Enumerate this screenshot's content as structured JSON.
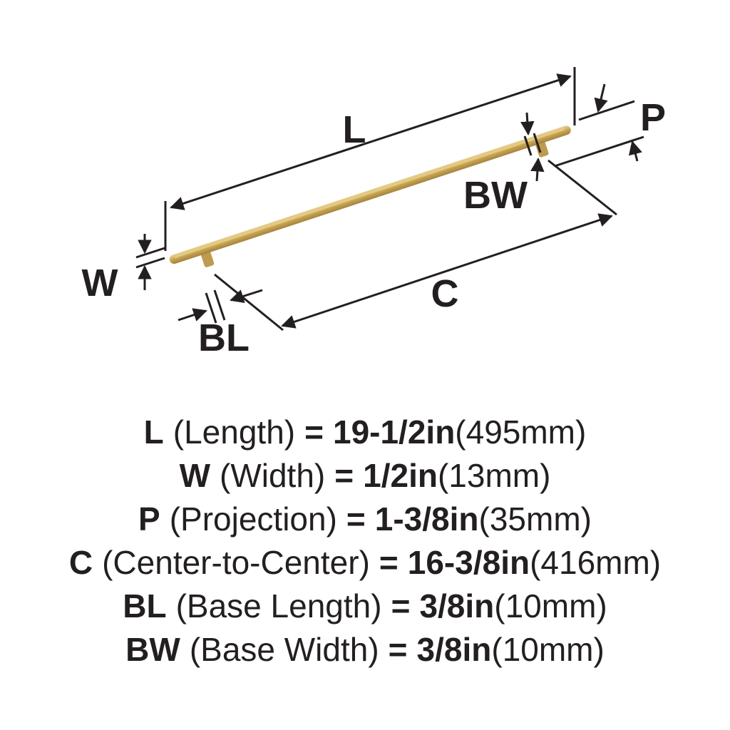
{
  "diagram": {
    "labels": {
      "length": "L",
      "width": "W",
      "projection": "P",
      "center_to_center": "C",
      "base_length": "BL",
      "base_width": "BW"
    },
    "colors": {
      "bar_light": "#EAD493",
      "bar_mid": "#CDA955",
      "bar_dark": "#A3823E",
      "post": "#BE9B4F",
      "line": "#231F20",
      "background": "#FFFFFF"
    }
  },
  "specs": [
    {
      "abbr": "L",
      "label": "(Length)",
      "equals": "=",
      "value": "19-1/2in",
      "metric": "(495mm)"
    },
    {
      "abbr": "W",
      "label": "(Width)",
      "equals": "=",
      "value": "1/2in",
      "metric": "(13mm)"
    },
    {
      "abbr": "P",
      "label": "(Projection)",
      "equals": "=",
      "value": "1-3/8in",
      "metric": "(35mm)"
    },
    {
      "abbr": "C",
      "label": "(Center-to-Center)",
      "equals": "=",
      "value": "16-3/8in",
      "metric": "(416mm)"
    },
    {
      "abbr": "BL",
      "label": "(Base Length)",
      "equals": "=",
      "value": "3/8in",
      "metric": "(10mm)"
    },
    {
      "abbr": "BW",
      "label": "(Base Width)",
      "equals": "=",
      "value": "3/8in",
      "metric": "(10mm)"
    }
  ]
}
